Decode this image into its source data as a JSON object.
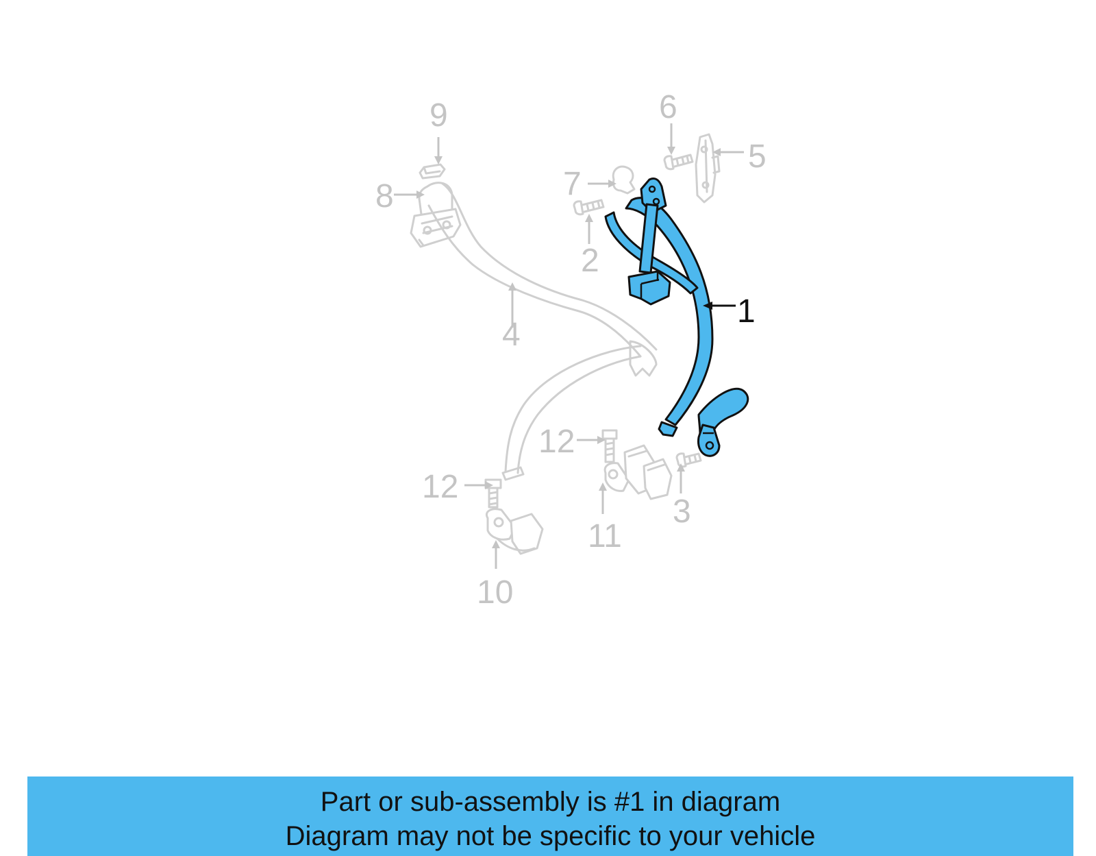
{
  "colors": {
    "highlight": "#4db8ee",
    "banner": "#4db8ee",
    "faded_part": "#cfcfcf",
    "faded_text": "#c4c4c4",
    "active_text": "#111111"
  },
  "callouts": {
    "c1": "1",
    "c2": "2",
    "c3": "3",
    "c4": "4",
    "c5": "5",
    "c6": "6",
    "c7": "7",
    "c8": "8",
    "c9": "9",
    "c10": "10",
    "c11": "11",
    "c12a": "12",
    "c12b": "12"
  },
  "banner": {
    "line1": "Part or sub-assembly is #1 in diagram",
    "line2": "Diagram may not be specific to your vehicle"
  }
}
